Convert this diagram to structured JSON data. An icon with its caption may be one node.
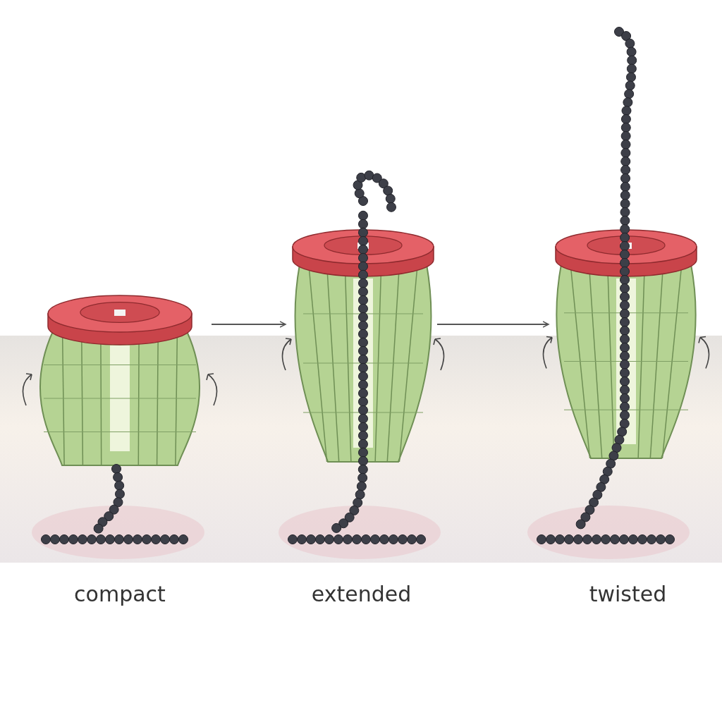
{
  "diagram": {
    "nodes": [
      {
        "text": [],
        "shape": "picture",
        "beside": [
          "compact"
        ]
      },
      {
        "text": [],
        "shape": "picture",
        "beside": [
          "extended"
        ]
      },
      {
        "text": [],
        "shape": "picture",
        "beside": [
          "twisted"
        ]
      }
    ],
    "edges": [
      {
        "from": 0,
        "to": 1,
        "arrow": "to"
      },
      {
        "from": 1,
        "to": 2,
        "arrow": "to"
      }
    ]
  }
}
